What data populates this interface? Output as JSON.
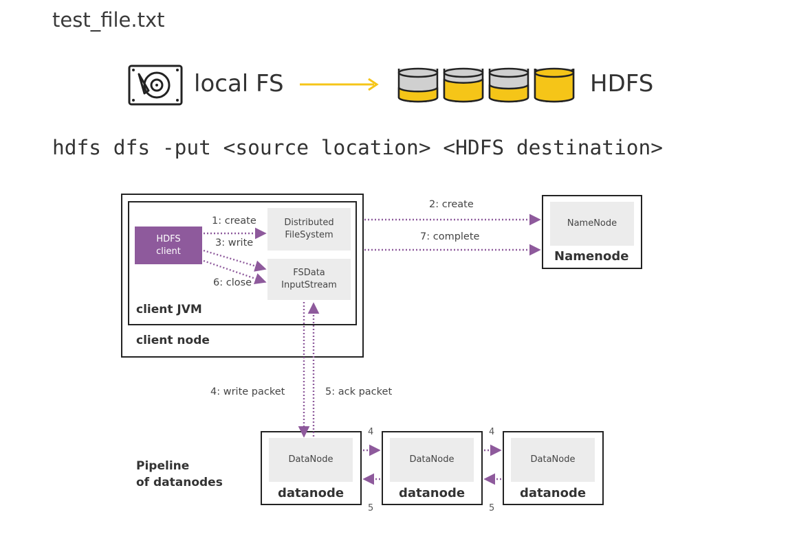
{
  "filename": "test_file.txt",
  "header": {
    "local_label": "local FS",
    "hdfs_label": "HDFS",
    "arrow_color": "#f5c518",
    "disks": [
      {
        "fill": 0.35
      },
      {
        "fill": 0.65
      },
      {
        "fill": 0.45
      },
      {
        "fill": 1.0
      }
    ]
  },
  "command": "hdfs dfs -put <source location> <HDFS destination>",
  "colors": {
    "accent": "#8e5a9c",
    "disk_yellow": "#f5c518",
    "disk_gray": "#d0d0d0",
    "box_gray": "#ececec"
  },
  "diagram": {
    "client_node_label": "client node",
    "client_jvm_label": "client JVM",
    "hdfs_client": [
      "HDFS",
      "client"
    ],
    "distributed_fs": [
      "Distributed",
      "FileSystem"
    ],
    "fsdata": [
      "FSData",
      "InputStream"
    ],
    "namenode_inner": "NameNode",
    "namenode_label": "Namenode",
    "steps": {
      "create1": "1: create",
      "write3": "3: write",
      "close6": "6: close",
      "create2": "2: create",
      "complete7": "7: complete",
      "write_packet4": "4: write packet",
      "ack_packet5": "5: ack packet"
    },
    "pipeline_label": [
      "Pipeline",
      "of datanodes"
    ],
    "datanodes": [
      {
        "inner": "DataNode",
        "label": "datanode"
      },
      {
        "inner": "DataNode",
        "label": "datanode"
      },
      {
        "inner": "DataNode",
        "label": "datanode"
      }
    ],
    "pipe_nums": {
      "fwd1": "4",
      "back1": "5",
      "fwd2": "4",
      "back2": "5"
    }
  }
}
